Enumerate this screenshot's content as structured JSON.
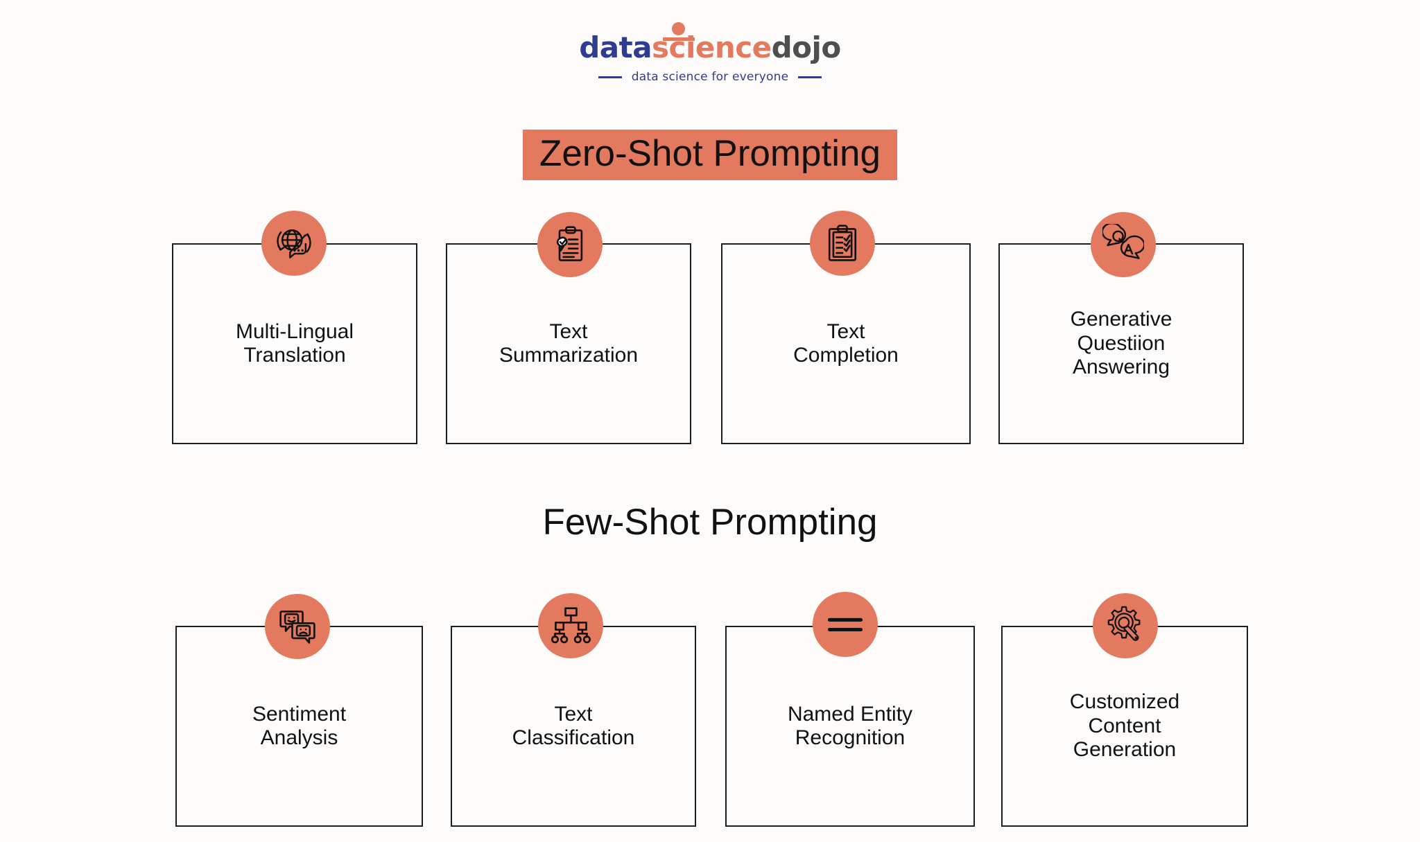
{
  "brand": {
    "logo_part_1": "data",
    "logo_part_2": "science",
    "logo_part_3": "dojo",
    "tagline": "data science for everyone",
    "colors": {
      "navy": "#2f3c8f",
      "coral": "#e3795e",
      "charcoal": "#4e4e4e",
      "background": "#fdfcfa",
      "outline": "#1d1d1d"
    }
  },
  "sections": [
    {
      "id": "zero-shot",
      "heading": "Zero-Shot Prompting",
      "highlighted": true,
      "cards": [
        {
          "label": "Multi-Lingual\nTranslation",
          "icon": "globe-translate-icon"
        },
        {
          "label": "Text\nSummarization",
          "icon": "clipboard-check-icon"
        },
        {
          "label": "Text\nCompletion",
          "icon": "clipboard-checklist-icon"
        },
        {
          "label": "Generative\nQuestiion\nAnswering",
          "icon": "qa-speech-bubbles-icon"
        }
      ]
    },
    {
      "id": "few-shot",
      "heading": "Few-Shot Prompting",
      "highlighted": false,
      "cards": [
        {
          "label": "Sentiment\nAnalysis",
          "icon": "smiley-sad-bubbles-icon"
        },
        {
          "label": "Text\nClassification",
          "icon": "hierarchy-tree-icon"
        },
        {
          "label": "Named Entity\nRecognition",
          "icon": "two-bars-icon"
        },
        {
          "label": "Customized\nContent\nGeneration",
          "icon": "gear-wrench-icon"
        }
      ]
    }
  ]
}
